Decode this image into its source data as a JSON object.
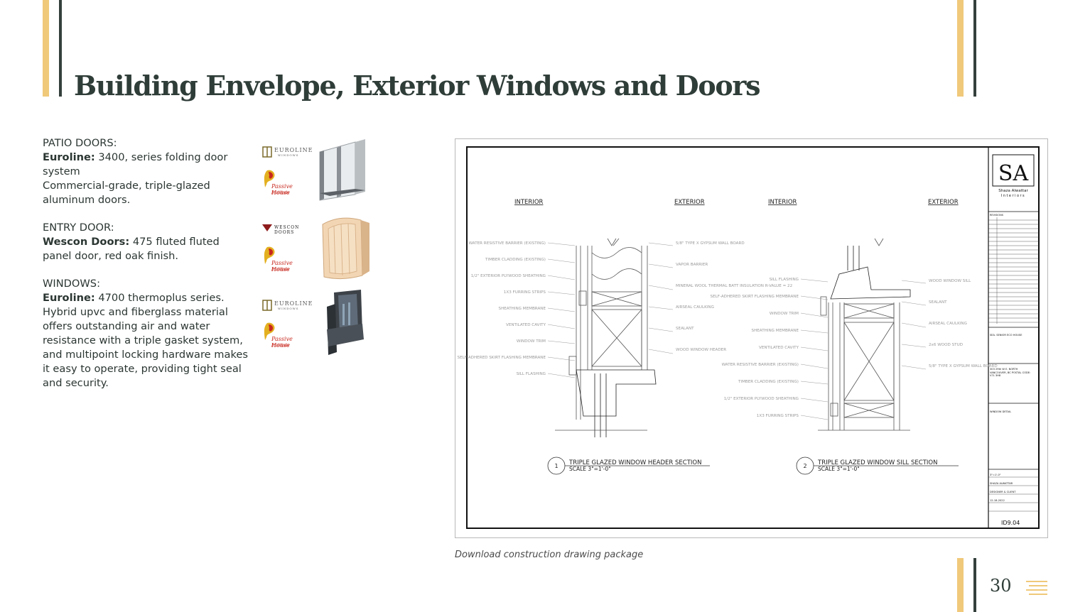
{
  "title": "Building Envelope, Exterior Windows and Doors",
  "sections": [
    {
      "heading": "PATIO DOORS:",
      "brand": "Euroline:",
      "text1": "3400, series folding door system",
      "text2": "Commercial-grade, triple-glazed aluminum doors."
    },
    {
      "heading": "ENTRY DOOR:",
      "brand": "Wescon Doors:",
      "text1": "475 fluted fluted panel door, red oak finish."
    },
    {
      "heading": "WINDOWS:",
      "brand": "Euroline:",
      "text1": "4700 thermoplus series. Hybrid upvc and fiberglass material offers outstanding air and water resistance with a triple gasket system, and multipoint locking hardware makes it easy to operate, providing tight seal and security."
    }
  ],
  "logos": {
    "euroline": "EUROLINE",
    "euroline_sub": "WINDOWS",
    "wescon": "WESCON DOORS",
    "passive_1": "Passive House",
    "passive_2": "Institute"
  },
  "drawing": {
    "interior": "INTERIOR",
    "exterior": "EXTERIOR",
    "detail1_num": "1",
    "detail1_title": "TRIPLE GLAZED WINDOW HEADER SECTION",
    "detail1_scale": "SCALE 3\"=1'-0\"",
    "detail2_num": "2",
    "detail2_title": "TRIPLE GLAZED WINDOW SILL SECTION",
    "detail2_scale": "SCALE 3\"=1'-0\"",
    "logo_mark": "SA",
    "logo_name": "Shaza Alwattar",
    "logo_sub": "Interiors",
    "sheet_number": "ID9.04",
    "revisions": "REVISIONS",
    "project_name": "SEA. SENIOR ECO HOUSE",
    "address": "303 29th W E. NORTH VANCOUVER, BC POSTAL CODE: V7L 3H8",
    "drawing_name": "WINDOW DETAIL",
    "drawn_by": "SHAZA ALWATTAR",
    "checked_by": "DESIGNER & CLIENT",
    "date": "12-18-2022",
    "scale": "3\"=1'-0\"",
    "left_labels_1": [
      "WATER RESISTIVE BARRIER (EXISTING)",
      "TIMBER CLADDING (EXISTING)",
      "1/2\" EXTERIOR PLYWOOD SHEATHING",
      "1X3 FURRING STRIPS",
      "SHEATHING MEMBRANE",
      "VENTILATED CAVITY",
      "WINDOW TRIM",
      "SELF-ADHERED SKIRT FLASHING MEMBRANE",
      "SILL FLASHING"
    ],
    "right_labels_1": [
      "5/8\" TYPE X GYPSUM WALL BOARD",
      "VAPOR BARRIER",
      "MINERAL WOOL THERMAL BATT INSULATION R-VALUE = 22",
      "AIRSEAL CAULKING",
      "SEALANT",
      "WOOD WINDOW HEADER"
    ],
    "left_labels_2": [
      "SILL FLASHING",
      "SELF-ADHERED SKIRT FLASHING MEMBRANE",
      "WINDOW TRIM",
      "SHEATHING MEMBRANE",
      "VENTILATED CAVITY",
      "WATER RESISTIVE BARRIER (EXISTING)",
      "TIMBER CLADDING (EXISTING)",
      "1/2\" EXTERIOR PLYWOOD SHEATHING",
      "1X3 FURRING STRIPS"
    ],
    "right_labels_2": [
      "WOOD WINDOW SILL",
      "SEALANT",
      "AIRSEAL CAULKING",
      "2x6 WOOD STUD",
      "5/8\" TYPE X GYPSUM WALL BOARD"
    ]
  },
  "caption": "Download construction drawing package",
  "page_number": "30",
  "colors": {
    "gold": "#f0c97a",
    "dark": "#34403c"
  }
}
